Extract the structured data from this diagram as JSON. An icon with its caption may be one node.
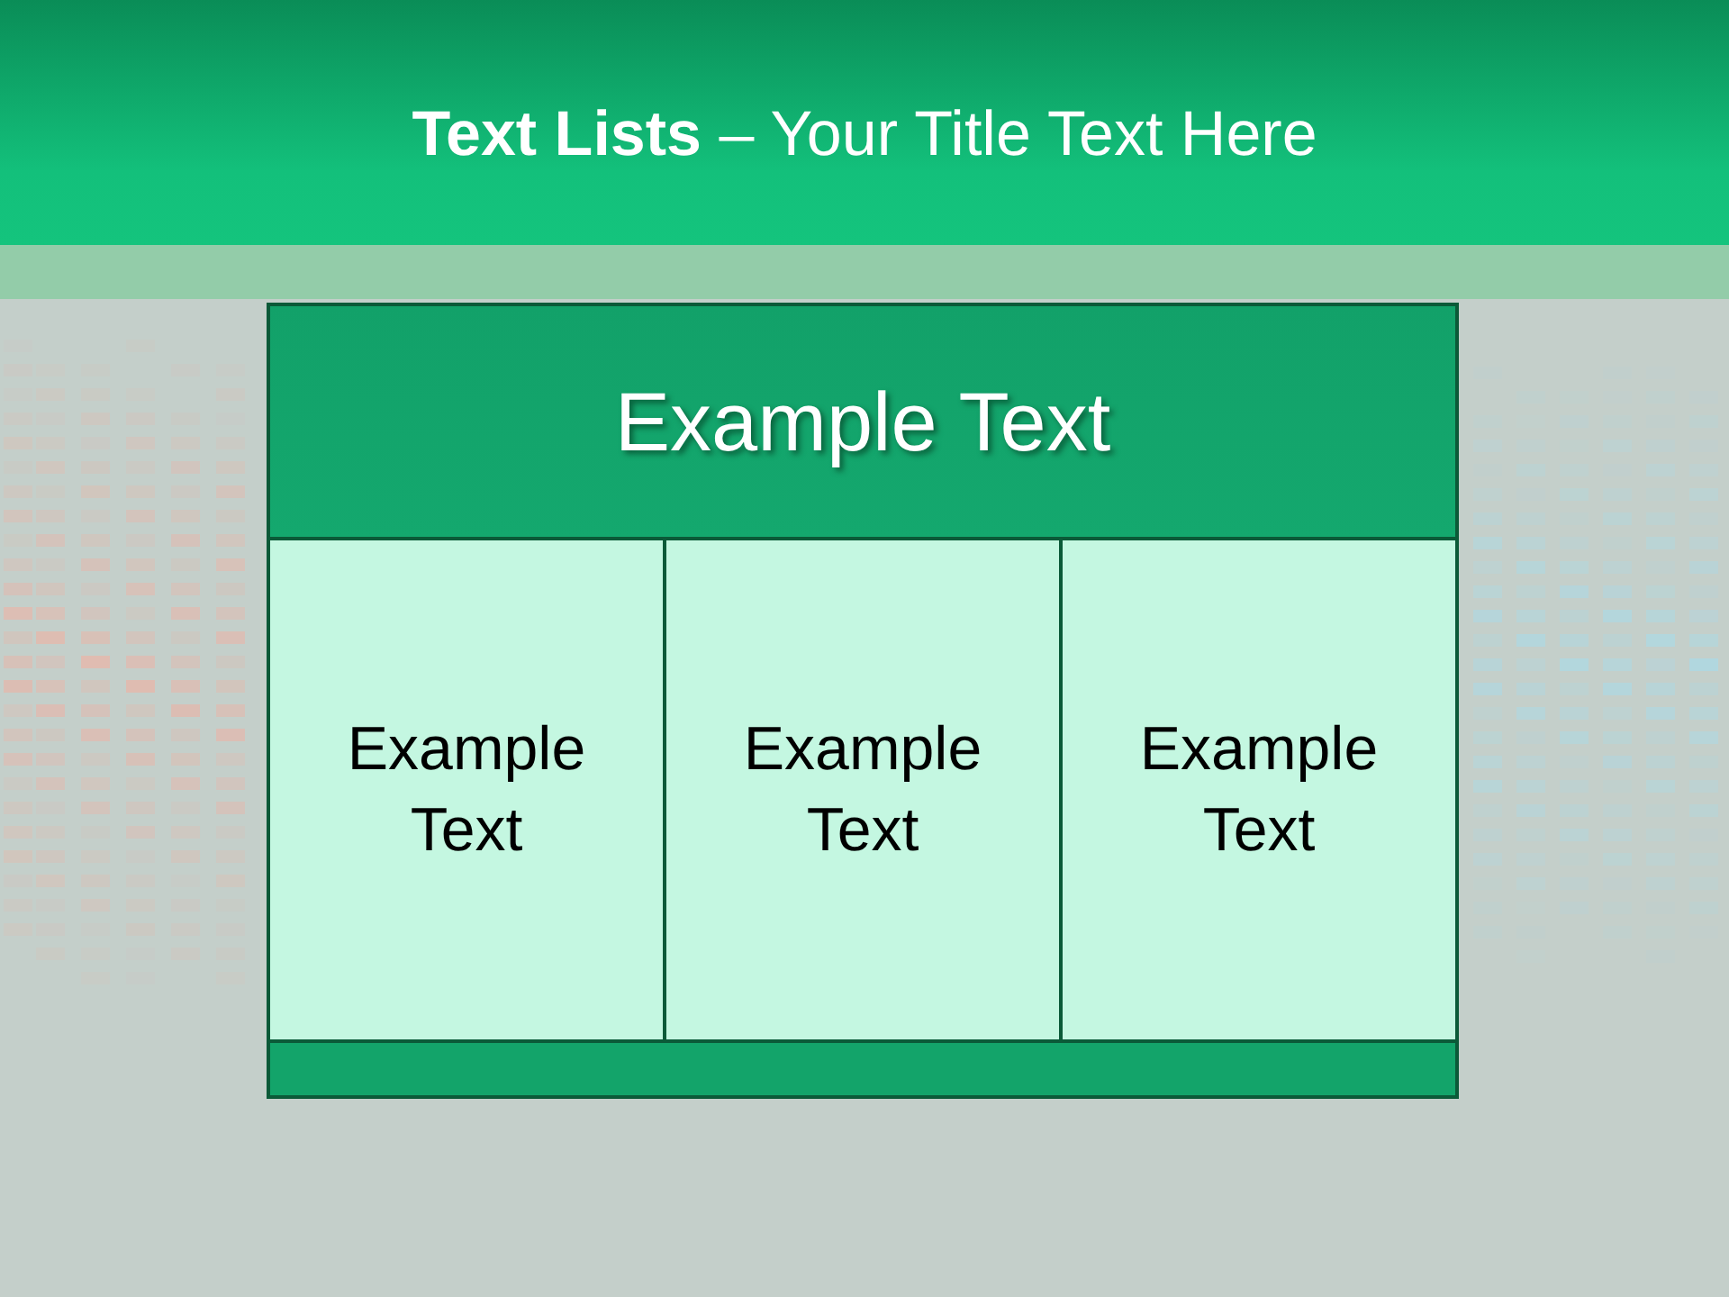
{
  "diagram": {
    "title": "**Text Lists** – Your Title Text Here",
    "nodes": [
      {
        "text": [
          "Example Text"
        ]
      },
      {
        "text": [
          "Example Text"
        ],
        "in": 0
      },
      {
        "text": [
          "Example Text"
        ],
        "in": 0
      },
      {
        "text": [
          "Example Text"
        ],
        "in": 0
      },
      {
        "text": [],
        "shape": "bar",
        "in": 0
      }
    ]
  }
}
